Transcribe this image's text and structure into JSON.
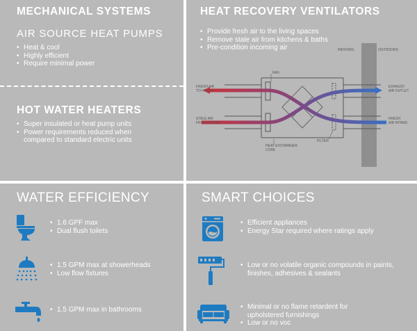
{
  "mechanical": {
    "title": "MECHANICAL SYSTEMS",
    "heat_pumps": {
      "title": "AIR SOURCE HEAT PUMPS",
      "bullets": [
        "Heat & cool",
        "Highly efficient",
        "Require minimal power"
      ]
    },
    "hot_water": {
      "title": "HOT WATER HEATERS",
      "bullets": [
        "Super insulated or heat pump units",
        "Power requirements reduced when",
        "compared to standard electric units"
      ]
    }
  },
  "hrv": {
    "title": "HEAT RECOVERY VENTILATORS",
    "bullets": [
      "Provide fresh air to the living spaces",
      "Remove stale air from kitchens & baths",
      "Pre-condition incoming air"
    ],
    "diagram": {
      "indoors": "INDOORS",
      "outdoors": "OUTDOORS",
      "fan": "FAN",
      "fresh_air_to_house": [
        "FRESH AIR",
        "TO HOUSE"
      ],
      "stale_air_from_house": [
        "STALE AIR",
        "FROM HOUSE"
      ],
      "exhaust_air_outlet": [
        "EXHAUST",
        "AIR OUTLET"
      ],
      "fresh_air_intake": [
        "FRESH",
        "AIR INTAKE"
      ],
      "heat_exchanger_core": [
        "HEAT EXCHANGER",
        "CORE"
      ],
      "filter": "FILTER",
      "colors": {
        "warm": "#c8323c",
        "cool": "#3a6fc4",
        "duct": "#555555",
        "wall": "#8f8f90"
      }
    }
  },
  "water": {
    "title": "WATER EFFICIENCY",
    "items": [
      {
        "icon": "toilet-icon",
        "lines": [
          "1.6 GPF max",
          "Dual flush toilets"
        ]
      },
      {
        "icon": "shower-icon",
        "lines": [
          "1.5 GPM max at showerheads",
          "Low flow fixtures"
        ]
      },
      {
        "icon": "faucet-icon",
        "lines": [
          "1.5 GPM max in bathrooms"
        ]
      }
    ]
  },
  "smart": {
    "title": "SMART CHOICES",
    "items": [
      {
        "icon": "washing-machine-icon",
        "lines": [
          "Efficient appliances",
          "Energy Star required where ratings apply"
        ]
      },
      {
        "icon": "paint-roller-icon",
        "lines": [
          "Low or no volatile organic compounds in paints,",
          "finishes, adhesives & sealants"
        ]
      },
      {
        "icon": "sofa-icon",
        "lines": [
          "Minimal or no flame retardent for",
          "upholstered furnishings",
          "Low or no voc"
        ]
      }
    ]
  },
  "accent_color": "#1f7bc1"
}
